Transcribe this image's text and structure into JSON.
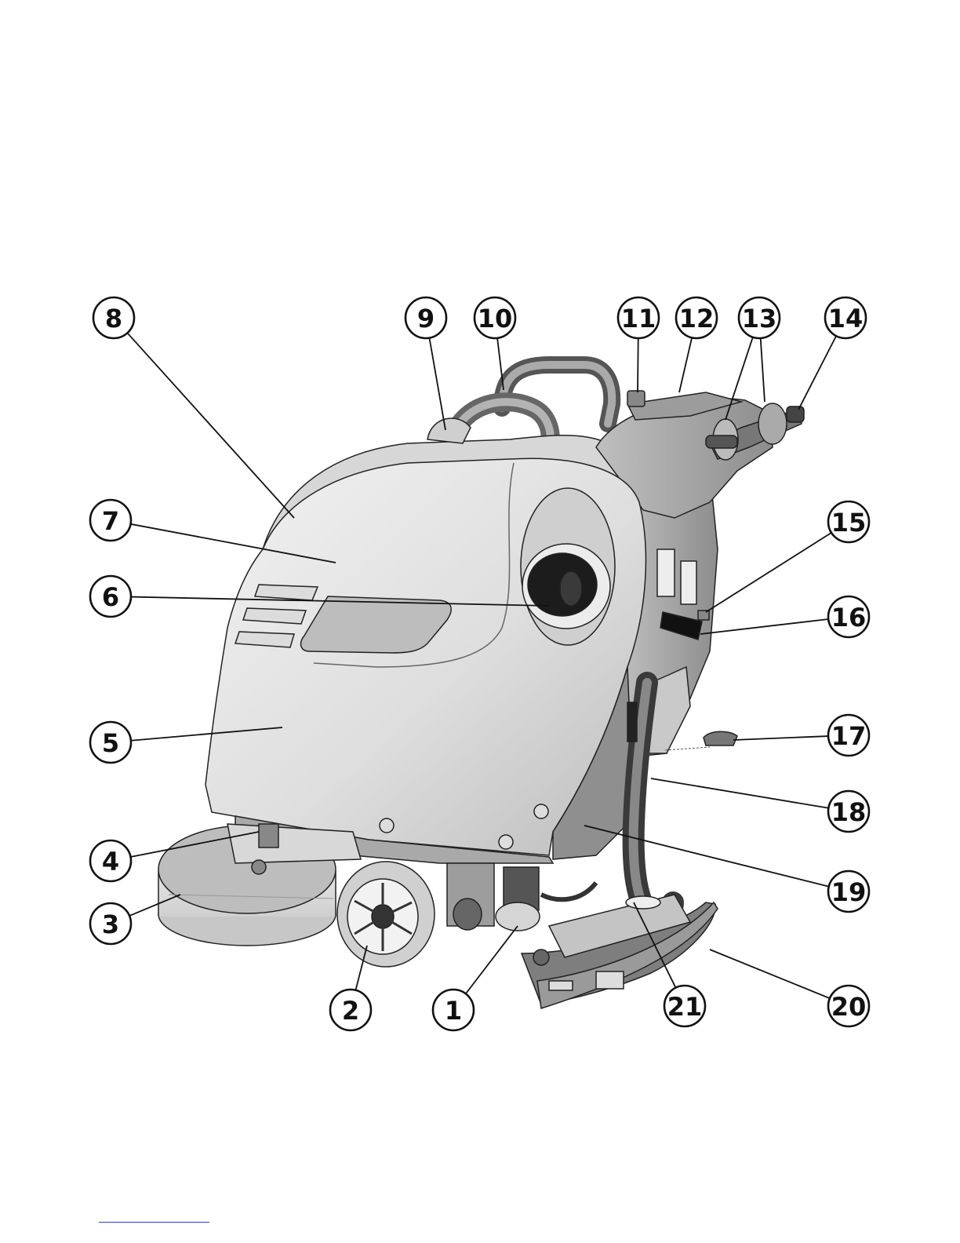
{
  "figure": {
    "subject": "walk-behind floor scrubber",
    "callouts": [
      "1",
      "2",
      "3",
      "4",
      "5",
      "6",
      "7",
      "8",
      "9",
      "10",
      "11",
      "12",
      "13",
      "14",
      "15",
      "16",
      "17",
      "18",
      "19",
      "20",
      "21"
    ]
  },
  "colors": {
    "outline": "#111111",
    "body_light": "#e4e4e4",
    "body_mid": "#bdbdbd",
    "body_dark": "#7d7d7d",
    "footer_rule": "#3344aa"
  }
}
